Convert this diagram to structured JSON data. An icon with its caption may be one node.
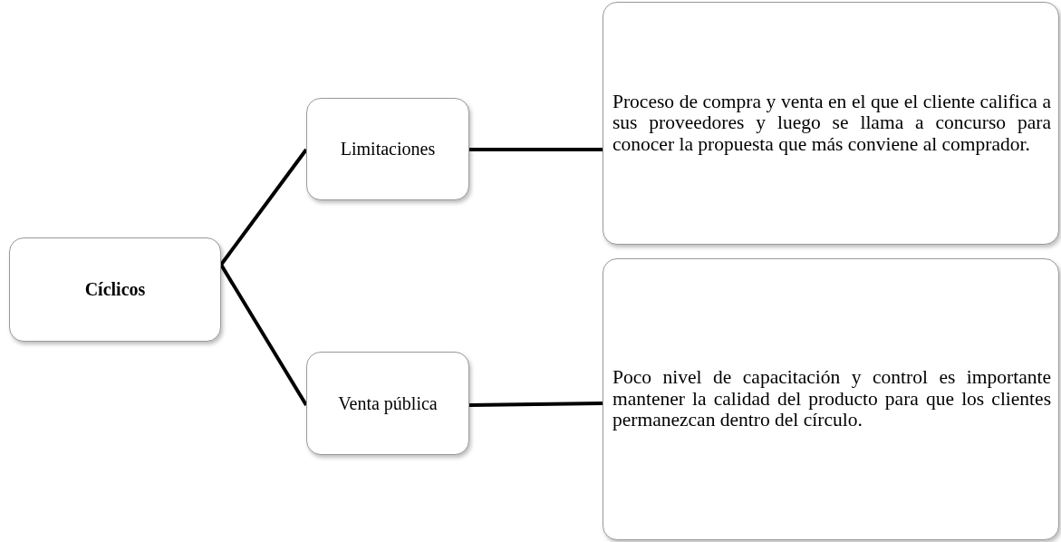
{
  "diagram": {
    "nodes": [
      {
        "text": [
          "Cíclicos"
        ]
      },
      {
        "text": [
          "Limitaciones"
        ]
      },
      {
        "text": [
          "Venta pública"
        ]
      },
      {
        "text": [
          "Proceso de compra y venta en el que el cliente califica a sus proveedores y luego se llama a concurso para conocer la propuesta que más conviene al comprador."
        ]
      },
      {
        "text": [
          "Poco nivel de capacitación y control es importante mantener la calidad del producto para que los clientes permanezcan dentro del círculo."
        ]
      }
    ],
    "edges": [
      {
        "from": 0,
        "to": 1,
        "arrow": "none"
      },
      {
        "from": 0,
        "to": 2,
        "arrow": "none"
      },
      {
        "from": 1,
        "to": 3,
        "arrow": "none"
      },
      {
        "from": 2,
        "to": 4,
        "arrow": "none"
      }
    ]
  }
}
